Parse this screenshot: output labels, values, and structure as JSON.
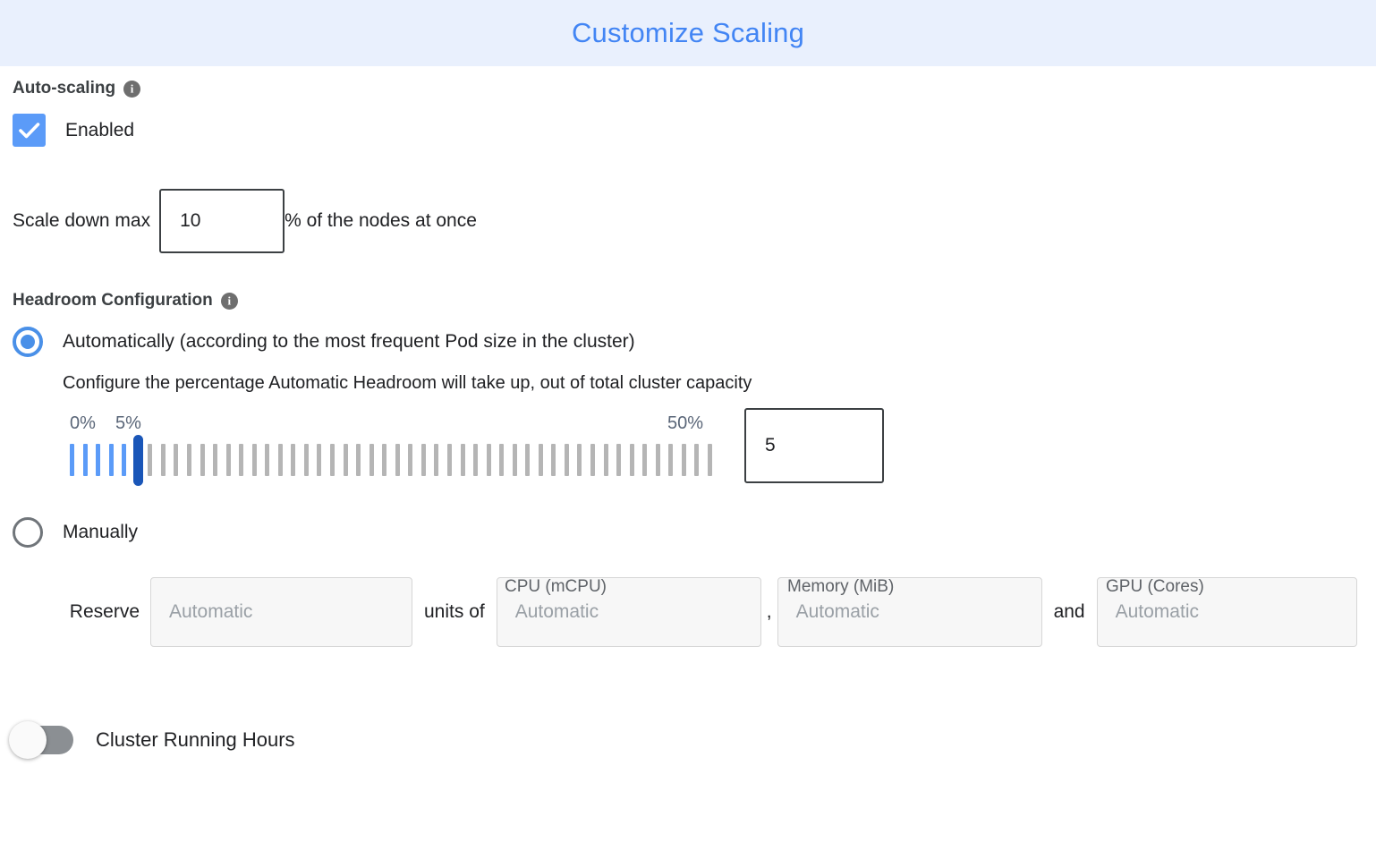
{
  "header": {
    "title": "Customize Scaling",
    "background_color": "#e9f0fd",
    "title_color": "#4285f4"
  },
  "autoscaling": {
    "section_label": "Auto-scaling",
    "info_icon": "info-icon",
    "info_glyph": "i",
    "enabled_label": "Enabled",
    "enabled_checked": true,
    "checkbox_color": "#5b9bf8"
  },
  "scale_down": {
    "prefix_label": "Scale down max",
    "value": "10",
    "suffix_label": "% of the nodes at once"
  },
  "headroom": {
    "section_label": "Headroom Configuration",
    "info_glyph": "i",
    "option_auto": {
      "label": "Automatically (according to the most frequent Pod size in the cluster)",
      "selected": true,
      "help_text": "Configure the percentage Automatic Headroom will take up, out of total cluster capacity"
    },
    "slider": {
      "min_label": "0%",
      "value_label": "5%",
      "max_label": "50%",
      "min": 0,
      "max": 50,
      "value": 5,
      "tick_count": 50,
      "filled_color": "#5b9bf8",
      "empty_color": "#b5b5b5",
      "thumb_color": "#1a56b8",
      "caption_color": "#5a6678"
    },
    "percent_input_value": "5",
    "option_manual": {
      "label": "Manually",
      "selected": false
    }
  },
  "reserve": {
    "prefix_label": "Reserve",
    "units_label": "units of",
    "comma_label": ",",
    "and_label": "and",
    "column_headers": {
      "cpu": "CPU (mCPU)",
      "memory": "Memory (MiB)",
      "gpu": "GPU (Cores)"
    },
    "fields": {
      "units": {
        "value": "",
        "placeholder": "Automatic"
      },
      "cpu": {
        "value": "",
        "placeholder": "Automatic"
      },
      "memory": {
        "value": "",
        "placeholder": "Automatic"
      },
      "gpu": {
        "value": "",
        "placeholder": "Automatic"
      }
    }
  },
  "cluster_running_hours": {
    "label": "Cluster Running Hours",
    "enabled": false,
    "track_color": "#8b8f93"
  }
}
